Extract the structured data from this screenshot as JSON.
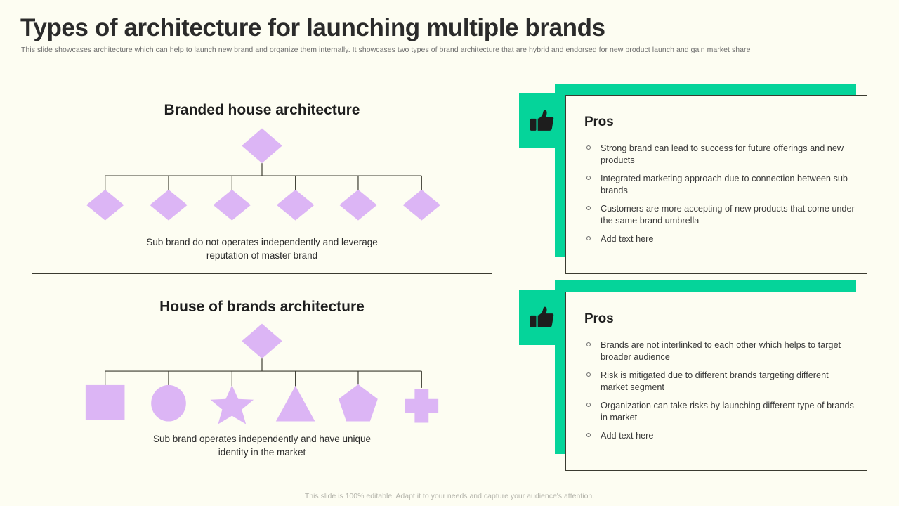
{
  "header": {
    "title": "Types of architecture for launching multiple brands",
    "subtitle": "This slide showcases architecture which can help to launch new brand and organize them internally. It showcases two types of brand architecture that are hybrid and endorsed for new product launch and gain market share"
  },
  "colors": {
    "background": "#fdfdf2",
    "accent_green": "#05d49a",
    "shape_purple": "#dcb5f5",
    "border": "#3b3b30",
    "title": "#2b2b2b"
  },
  "architecture_cards": [
    {
      "title": "Branded house architecture",
      "caption_line1": "Sub brand do not operates independently   and leverage",
      "caption_line2": "reputation of master brand",
      "root_shape": "diamond",
      "child_shapes": [
        "diamond",
        "diamond",
        "diamond",
        "diamond",
        "diamond",
        "diamond"
      ]
    },
    {
      "title": "House of brands architecture",
      "caption_line1": "Sub brand operates independently   and have unique",
      "caption_line2": "identity in the market",
      "root_shape": "diamond",
      "child_shapes": [
        "square",
        "circle",
        "star",
        "triangle",
        "pentagon",
        "cross"
      ]
    }
  ],
  "pros_panels": [
    {
      "icon": "thumbs-up-icon",
      "heading": "Pros",
      "items": [
        "Strong brand can lead to success for future offerings and new products",
        "Integrated marketing approach due to connection between sub brands",
        "Customers are more accepting of new products that come under the same brand umbrella",
        "Add text here"
      ]
    },
    {
      "icon": "thumbs-up-icon",
      "heading": "Pros",
      "items": [
        "Brands are not interlinked to each other which helps to target broader audience",
        "Risk is mitigated due to different brands targeting different market segment",
        "Organization can take risks by launching different type of brands in market",
        "Add text here"
      ]
    }
  ],
  "footer": {
    "note": "This slide is 100% editable. Adapt it to your needs and capture your audience's attention."
  }
}
